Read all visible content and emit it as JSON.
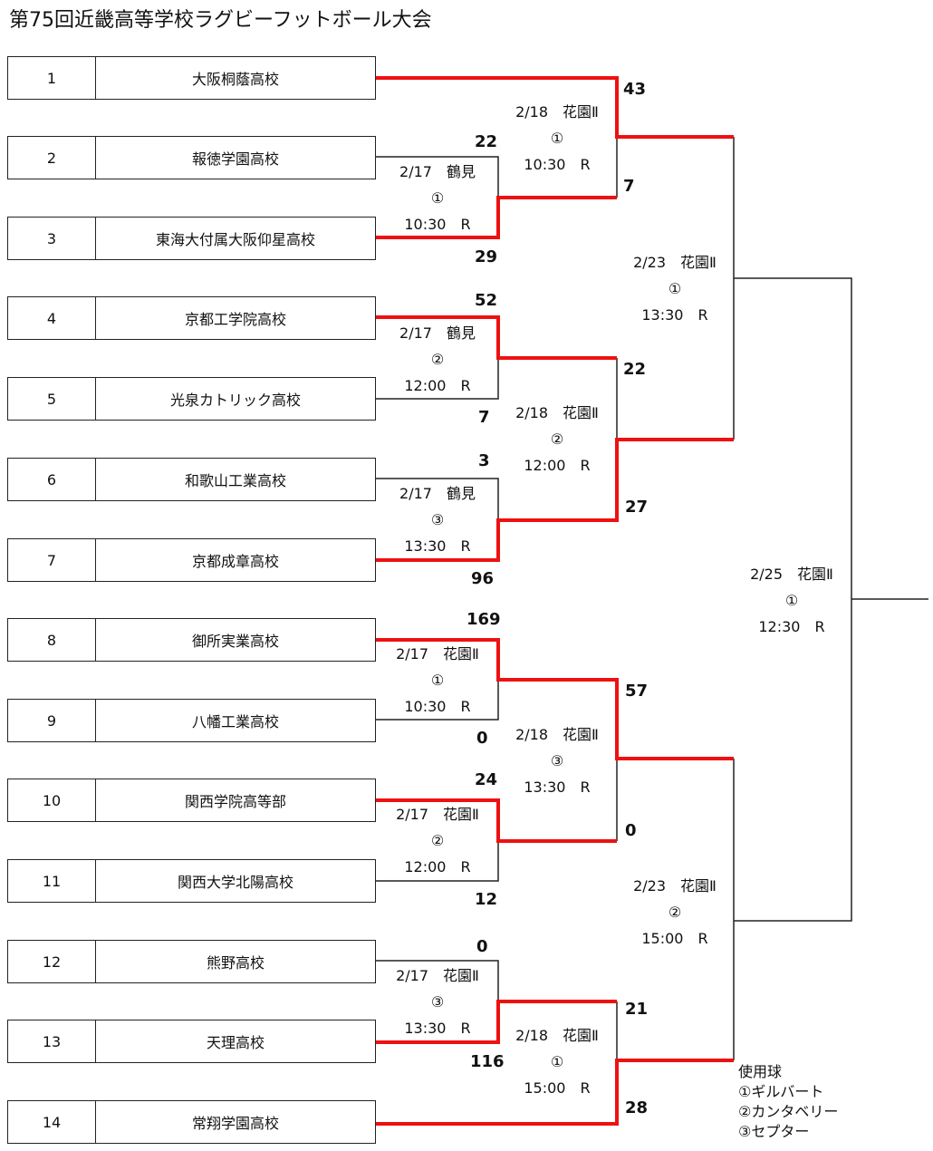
{
  "title": "第75回近畿高等学校ラグビーフットボール大会",
  "teams": [
    {
      "num": "1",
      "name": "大阪桐蔭高校"
    },
    {
      "num": "2",
      "name": "報徳学園高校"
    },
    {
      "num": "3",
      "name": "東海大付属大阪仰星高校"
    },
    {
      "num": "4",
      "name": "京都工学院高校"
    },
    {
      "num": "5",
      "name": "光泉カトリック高校"
    },
    {
      "num": "6",
      "name": "和歌山工業高校"
    },
    {
      "num": "7",
      "name": "京都成章高校"
    },
    {
      "num": "8",
      "name": "御所実業高校"
    },
    {
      "num": "9",
      "name": "八幡工業高校"
    },
    {
      "num": "10",
      "name": "関西学院高等部"
    },
    {
      "num": "11",
      "name": "関西大学北陽高校"
    },
    {
      "num": "12",
      "name": "熊野高校"
    },
    {
      "num": "13",
      "name": "天理高校"
    },
    {
      "num": "14",
      "name": "常翔学園高校"
    }
  ],
  "scores": [
    "43",
    "22",
    "7",
    "29",
    "52",
    "22",
    "7",
    "3",
    "27",
    "96",
    "169",
    "57",
    "0",
    "24",
    "0",
    "12",
    "0",
    "21",
    "116",
    "28"
  ],
  "matches": [
    {
      "date": "2/18　花園Ⅱ",
      "num": "①",
      "time": "10:30　R"
    },
    {
      "date": "2/17　鶴見",
      "num": "①",
      "time": "10:30　R"
    },
    {
      "date": "2/23　花園Ⅱ",
      "num": "①",
      "time": "13:30　R"
    },
    {
      "date": "2/17　鶴見",
      "num": "②",
      "time": "12:00　R"
    },
    {
      "date": "2/18　花園Ⅱ",
      "num": "②",
      "time": "12:00　R"
    },
    {
      "date": "2/17　鶴見",
      "num": "③",
      "time": "13:30　R"
    },
    {
      "date": "2/25　花園Ⅱ",
      "num": "①",
      "time": "12:30　R"
    },
    {
      "date": "2/17　花園Ⅱ",
      "num": "①",
      "time": "10:30　R"
    },
    {
      "date": "2/18　花園Ⅱ",
      "num": "③",
      "time": "13:30　R"
    },
    {
      "date": "2/17　花園Ⅱ",
      "num": "②",
      "time": "12:00　R"
    },
    {
      "date": "2/23　花園Ⅱ",
      "num": "②",
      "time": "15:00　R"
    },
    {
      "date": "2/17　花園Ⅱ",
      "num": "③",
      "time": "13:30　R"
    },
    {
      "date": "2/18　花園Ⅱ",
      "num": "①",
      "time": "15:00　R"
    }
  ],
  "legend": [
    "使用球",
    "①ギルバート",
    "②カンタベリー",
    "③セプター"
  ],
  "colors": {
    "winner_line": "#ee1111",
    "line": "#222222"
  }
}
